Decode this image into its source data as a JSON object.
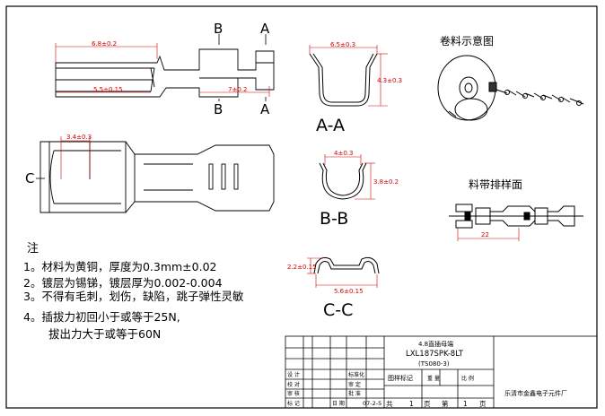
{
  "views": {
    "top_label_b": "B",
    "top_label_a": "A",
    "bottom_label_b": "B",
    "bottom_label_a": "A",
    "side_label_c": "C",
    "section_aa": "A-A",
    "section_bb": "B-B",
    "section_cc": "C-C"
  },
  "dimensions": {
    "length_overall": "6.8±0.2",
    "length_body": "5.5±0.15",
    "crimp_length": "7±0.2",
    "aa_width": "6.5±0.3",
    "aa_height": "4.3±0.3",
    "bb_width": "4±0.3",
    "bb_height": "3.8±0.2",
    "plan_width": "3.4±0.3",
    "cc_height": "2.2±0.15",
    "cc_width": "5.6±0.15",
    "pitch": "22"
  },
  "reel": {
    "title": "卷料示意图"
  },
  "strip": {
    "title": "料带排样面"
  },
  "notes": {
    "title": "注",
    "items": [
      "1。材料为黄铜，厚度为0.3mm±0.02",
      "2。镀层为锡锑，镀层厚为0.002-0.004",
      "3。不得有毛刺，划伤，缺陷，跳子弹性灵敏",
      "4。插拔力初回小于或等于25N,",
      "拔出力大于或等于60N"
    ]
  },
  "title_block": {
    "product": "4.8直插母端",
    "part_no": "LXL187SPK-8LT",
    "ref": "(TS080-3)",
    "drawing_mark": "图样标记",
    "weight": "重 量",
    "scale": "比 例",
    "sheet_total": "共",
    "sheet_total_val": "1",
    "sheet_total_unit": "页",
    "sheet_no": "第",
    "sheet_no_val": "1",
    "sheet_no_unit": "页",
    "company": "乐清市金鑫电子元件厂",
    "row_labels": [
      "设 计",
      "校 对",
      "审 核",
      "标 记"
    ],
    "row_labels2": [
      "标准化",
      "审 定",
      "批 准",
      "日 期"
    ],
    "date": "07-2-5"
  }
}
